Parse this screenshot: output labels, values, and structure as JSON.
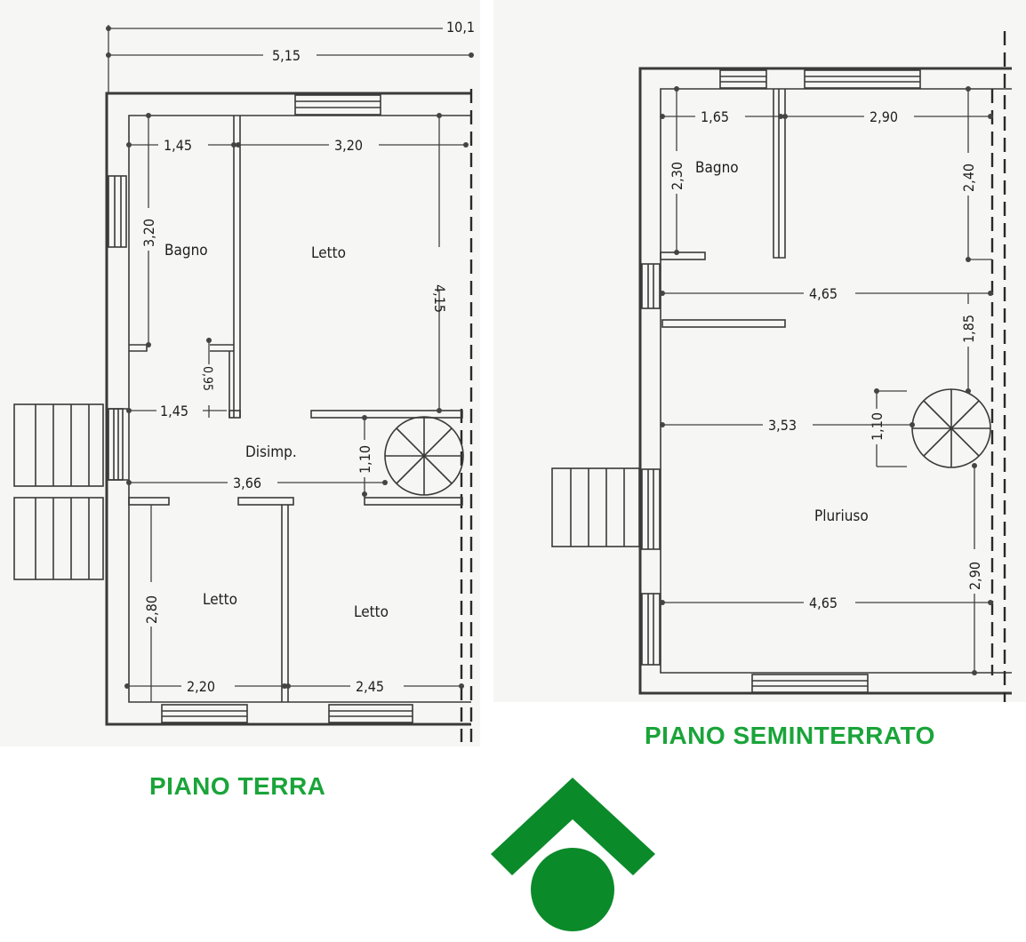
{
  "ground_floor": {
    "caption": "PIANO TERRA",
    "rooms": {
      "bathroom": "Bagno",
      "bedroom_top": "Letto",
      "hallway": "Disimp.",
      "bedroom_left": "Letto",
      "bedroom_right": "Letto"
    },
    "dimensions": {
      "overall_total": "10,1",
      "overall_width": "5,15",
      "bath_width": "1,45",
      "bedroom_width": "3,20",
      "bath_height": "3,20",
      "bedroom_height": "4,15",
      "niche_height": "0,95",
      "niche_width": "1,45",
      "stair_width": "1,10",
      "hall_length": "3,66",
      "lower_height": "2,80",
      "lower_left_width": "2,20",
      "lower_right_width": "2,45"
    }
  },
  "basement_floor": {
    "caption": "PIANO SEMINTERRATO",
    "rooms": {
      "bathroom": "Bagno",
      "multipurpose": "Pluriuso"
    },
    "dimensions": {
      "bath_width": "1,65",
      "right_width": "2,90",
      "bath_height": "2,30",
      "right_height": "2,40",
      "mid_width": "4,65",
      "mid_height": "1,85",
      "stair_width": "1,10",
      "stair_offset": "3,53",
      "lower_height": "2,90",
      "bottom_width": "4,65"
    }
  },
  "logo": {
    "color": "#0b8a2a",
    "icon": "house-roof-circle-logo"
  },
  "accent_color": "#1aa43a"
}
